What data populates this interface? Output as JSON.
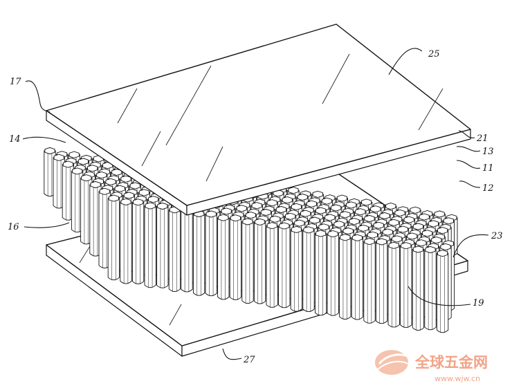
{
  "figure": {
    "labels": {
      "top_plate": "25",
      "top_left_edge": "17",
      "top_right_edge": "21",
      "core_left_upper": "14",
      "core_left_lower": "16",
      "core_cell_top": "13",
      "core_cell": "11",
      "core_side": "12",
      "bottom_plate": "23",
      "bottom_inner": "19",
      "bottom_edge": "27"
    }
  },
  "watermark": {
    "text": "全球五金网",
    "url": "www.wjw.cn",
    "color": "#f2a488"
  }
}
